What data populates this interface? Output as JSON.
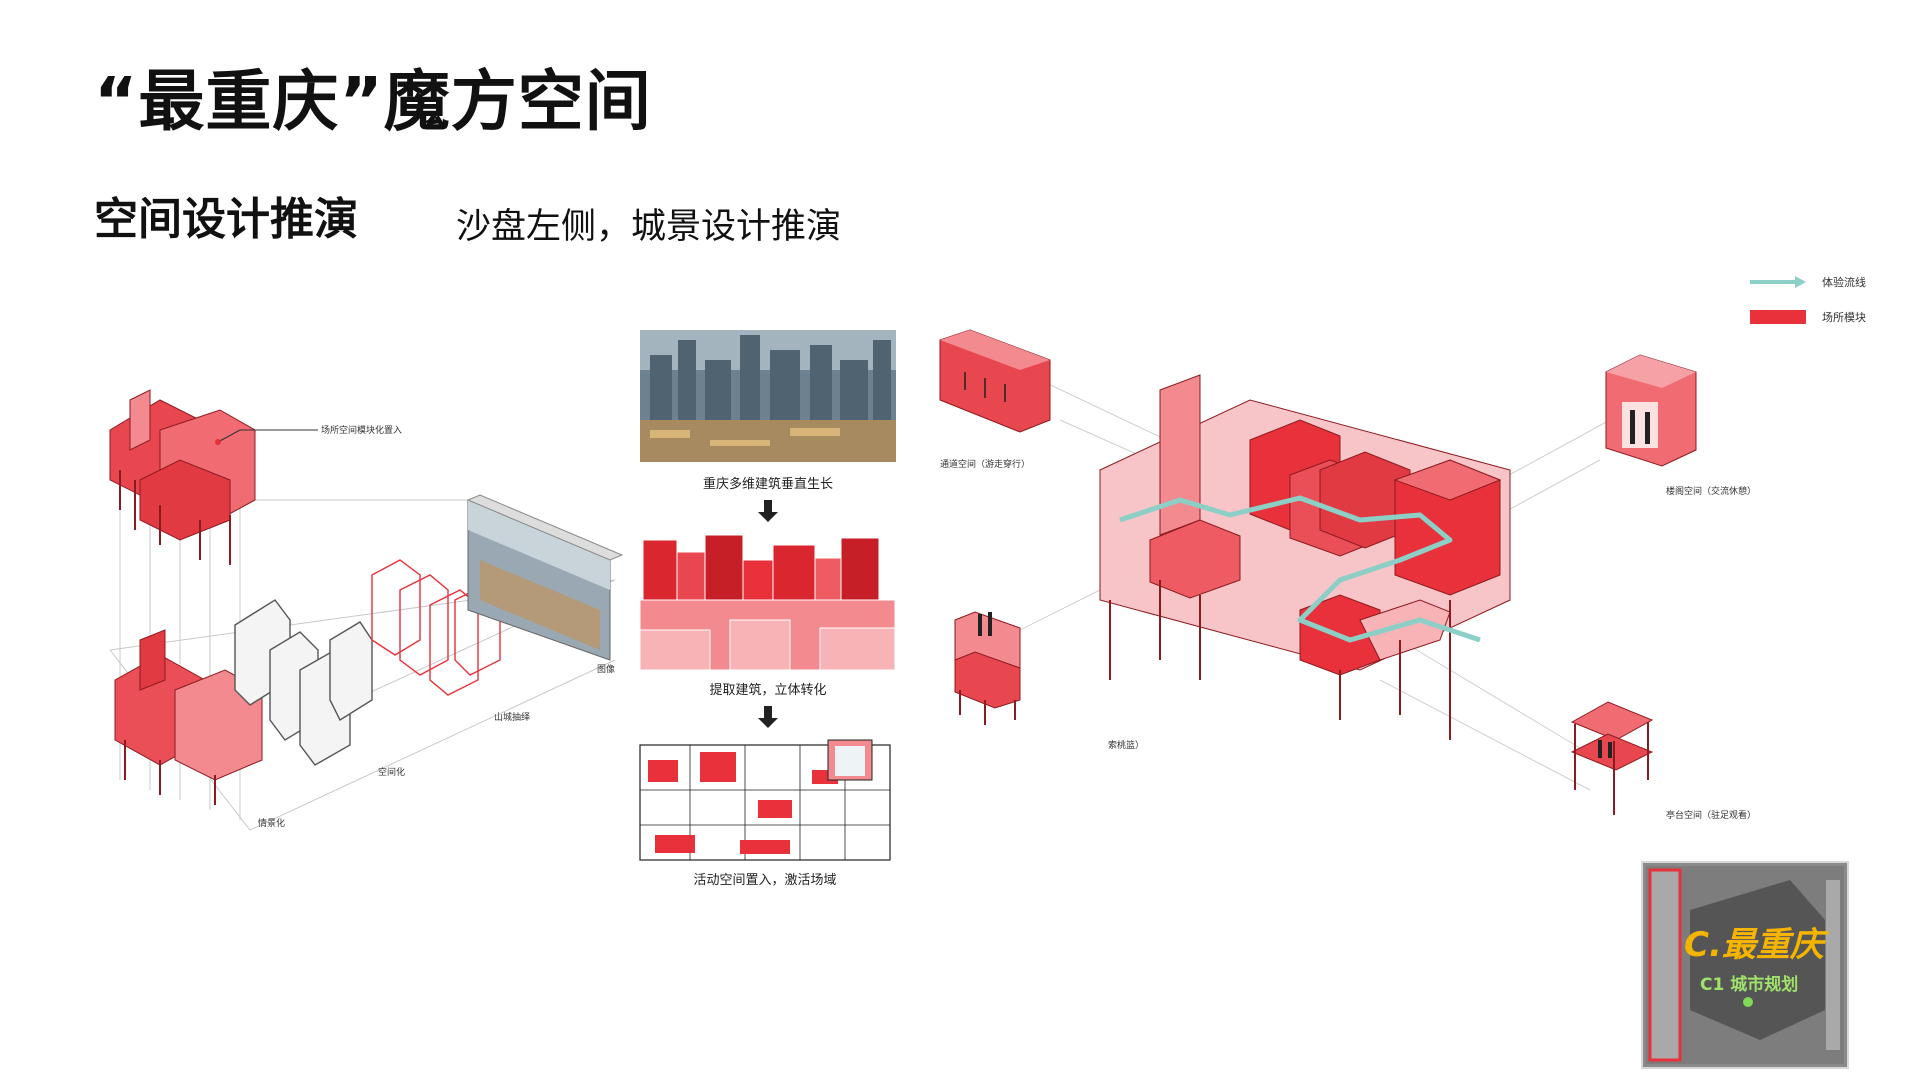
{
  "slide": {
    "title": "“最重庆”魔方空间",
    "subtitle": "空间设计推演",
    "subtitle_note": "沙盘左侧，城景设计推演"
  },
  "colors": {
    "accent_red": "#e8313a",
    "light_red": "#f28a8f",
    "flow_teal": "#8ccfc6",
    "minimap_gray": "#8a8a8a"
  },
  "left_diagram": {
    "callout": "场所空间模块化置入",
    "layer_labels": [
      "情景化",
      "空间化",
      "山城抽绎",
      "图像"
    ]
  },
  "middle_diagram": {
    "captions": [
      "重庆多维建筑垂直生长",
      "提取建筑，立体转化",
      "活动空间置入，激活场域"
    ],
    "arrow_icon": "down-arrow-icon"
  },
  "right_diagram": {
    "legend": [
      {
        "label": "体验流线",
        "icon": "teal-arrow-icon"
      },
      {
        "label": "场所模块",
        "icon": "red-swatch-icon"
      }
    ],
    "labels": [
      "通道空间（游走穿行）",
      "楼阁空间（交流休憩）",
      "索桃篮）",
      "亭台空间（驻足观看）"
    ]
  },
  "minimap": {
    "title": "C.最重庆",
    "subtitle": "C1 城市规划"
  }
}
